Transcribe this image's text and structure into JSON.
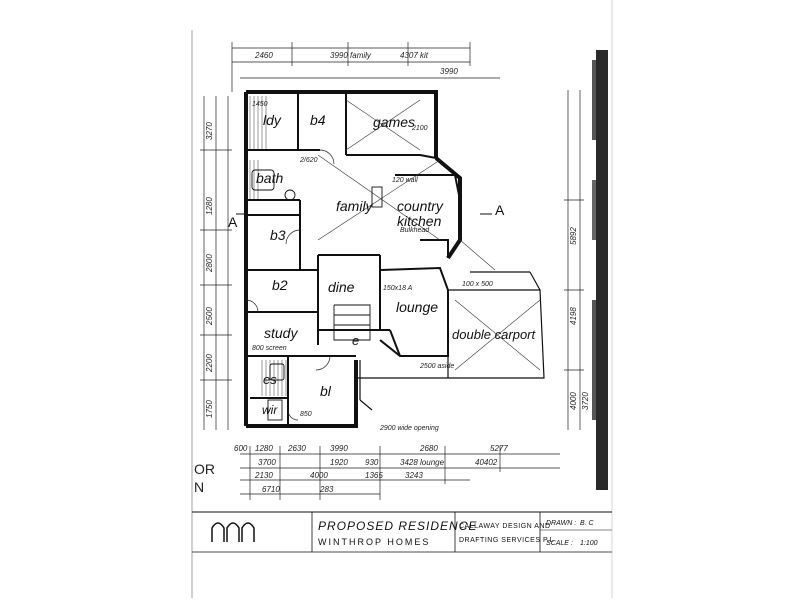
{
  "rooms": {
    "ldy": "ldy",
    "b4": "b4",
    "games": "games",
    "bath": "bath",
    "family": "family",
    "country": "country",
    "kitchen": "kitchen",
    "b3": "b3",
    "b2": "b2",
    "dine": "dine",
    "lounge": "lounge",
    "study": "study",
    "e": "e",
    "double_carport": "double carport",
    "es": "es",
    "bl": "bl",
    "wir": "wir"
  },
  "section_markers": {
    "left": "A",
    "right": "A"
  },
  "edge_fragments": {
    "line1": "OR",
    "line2": "N"
  },
  "dimensions": {
    "top": [
      "2460",
      "3990 family",
      "4307 kit",
      "3990"
    ],
    "bottom_row1": [
      "600",
      "1280",
      "2630",
      "3990",
      "2680",
      "5277"
    ],
    "bottom_row2": [
      "3700",
      "1920",
      "930",
      "3428 lounge",
      "40402"
    ],
    "bottom_row3": [
      "2130",
      "4000",
      "1365",
      "3243"
    ],
    "bottom_row4": [
      "6710",
      "283"
    ],
    "left": [
      "3270",
      "1280",
      "2800",
      "2500",
      "2200",
      "1750"
    ],
    "right": [
      "5892",
      "4198",
      "4000",
      "3720"
    ]
  },
  "title_block": {
    "title": "PROPOSED RESIDENCE",
    "subtitle": "WINTHROP HOMES",
    "firm_line1": "CALLAWAY DESIGN AND",
    "firm_line2": "DRAFTING SERVICES P.L",
    "drawn_label": "DRAWN :",
    "drawn_value": "B. C",
    "scale_label": "SCALE :",
    "scale_value": "1:100"
  },
  "colors": {
    "ink": "#111111",
    "paper": "#ffffff",
    "hatch": "#555555"
  }
}
